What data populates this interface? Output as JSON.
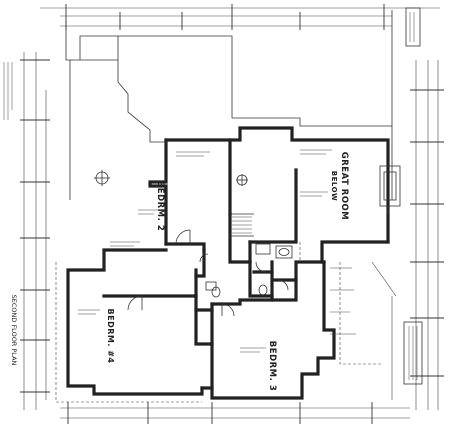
{
  "drawing": {
    "title": "SECOND FLOOR PLAN",
    "rooms": {
      "bedroom2": "BEDRM. 2",
      "bedroom3": "BEDRM. 3",
      "bedroom4": "BEDRM. #4",
      "great_room": "GREAT ROOM",
      "great_room_sub": "BELOW"
    }
  }
}
